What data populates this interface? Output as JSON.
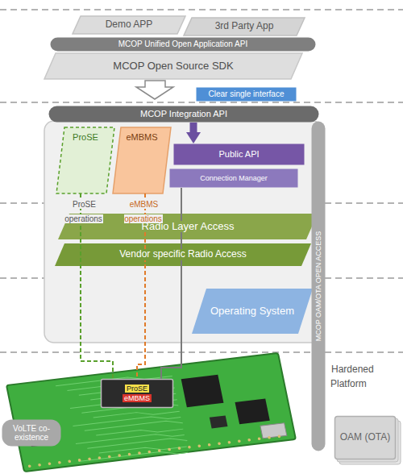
{
  "diagram": {
    "nodes": [
      {
        "text": [
          "Demo APP"
        ]
      },
      {
        "text": [
          "3rd Party App"
        ]
      },
      {
        "text": [
          "MCOP Unified Open Application API"
        ]
      },
      {
        "text": [
          "MCOP Open Source SDK"
        ]
      },
      {
        "text": [
          "Clear single interface"
        ]
      },
      {
        "text": [
          "MCOP Integration API"
        ]
      },
      {
        "text": [
          "ProSE"
        ]
      },
      {
        "text": [
          "eMBMS"
        ]
      },
      {
        "text": [
          "Public API"
        ]
      },
      {
        "text": [
          "Connection Manager"
        ]
      },
      {
        "text": [
          "Radio Layer Access"
        ]
      },
      {
        "text": [
          "Vendor specific Radio Access"
        ]
      },
      {
        "text": [
          "Operating System"
        ]
      },
      {
        "text": [
          "MCOP OAM/OTA OPEN ACCESS"
        ]
      },
      {
        "text": [
          "ProSE",
          "eMBMS"
        ]
      },
      {
        "text": [
          "VoLTE co-existence"
        ]
      },
      {
        "text": [
          "OAM (OTA)"
        ]
      }
    ],
    "edges": [
      {
        "from": 5,
        "to": 8,
        "arrow": "to"
      },
      {
        "from": 6,
        "to": 14,
        "arrow": "none"
      },
      {
        "from": 7,
        "to": 14,
        "arrow": "none"
      },
      {
        "from": 9,
        "to": 14,
        "arrow": "none"
      }
    ],
    "labels": [
      "ProSE operations",
      "eMBMS operations",
      "Hardened Platform"
    ]
  }
}
